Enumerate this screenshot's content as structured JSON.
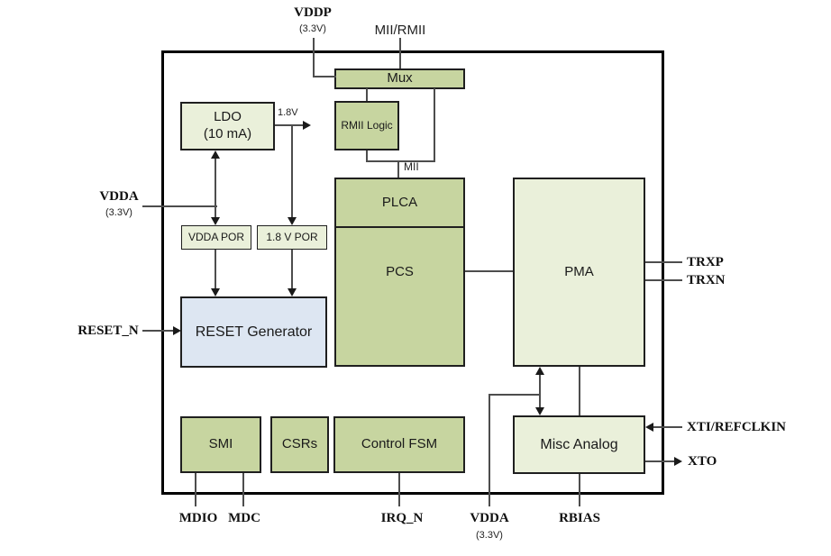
{
  "blocks": {
    "mux": {
      "label": "Mux"
    },
    "rmii_logic": {
      "label": "RMII Logic"
    },
    "ldo": {
      "line1": "LDO",
      "line2": "(10 mA)"
    },
    "plca": {
      "label": "PLCA"
    },
    "pcs": {
      "label": "PCS"
    },
    "pma": {
      "label": "PMA"
    },
    "vdda_por": {
      "label": "VDDA POR"
    },
    "v18_por": {
      "label": "1.8 V POR"
    },
    "reset_generator": {
      "label": "RESET Generator"
    },
    "smi": {
      "label": "SMI"
    },
    "csrs": {
      "label": "CSRs"
    },
    "control_fsm": {
      "label": "Control FSM"
    },
    "misc_analog": {
      "label": "Misc Analog"
    }
  },
  "pins": {
    "vddp": {
      "name": "VDDP",
      "voltage": "(3.3V)"
    },
    "mii_rmii": {
      "name": "MII/RMII"
    },
    "vdda_left": {
      "name": "VDDA",
      "voltage": "(3.3V)"
    },
    "reset_n": {
      "name": "RESET_N"
    },
    "trxp": {
      "name": "TRXP"
    },
    "trxn": {
      "name": "TRXN"
    },
    "xti_refclkin": {
      "name": "XTI/REFCLKIN"
    },
    "xto": {
      "name": "XTO"
    },
    "mdio": {
      "name": "MDIO"
    },
    "mdc": {
      "name": "MDC"
    },
    "irq_n": {
      "name": "IRQ_N"
    },
    "vdda_bottom": {
      "name": "VDDA",
      "voltage": "(3.3V)"
    },
    "rbias": {
      "name": "RBIAS"
    }
  },
  "nets": {
    "v18": "1.8V",
    "mii": "MII"
  },
  "colors": {
    "block_green": "#c7d5a0",
    "block_light": "#eaf0da",
    "block_blue": "#dde6f2",
    "wire": "#4d4d4d",
    "border": "#1f1f1f"
  }
}
